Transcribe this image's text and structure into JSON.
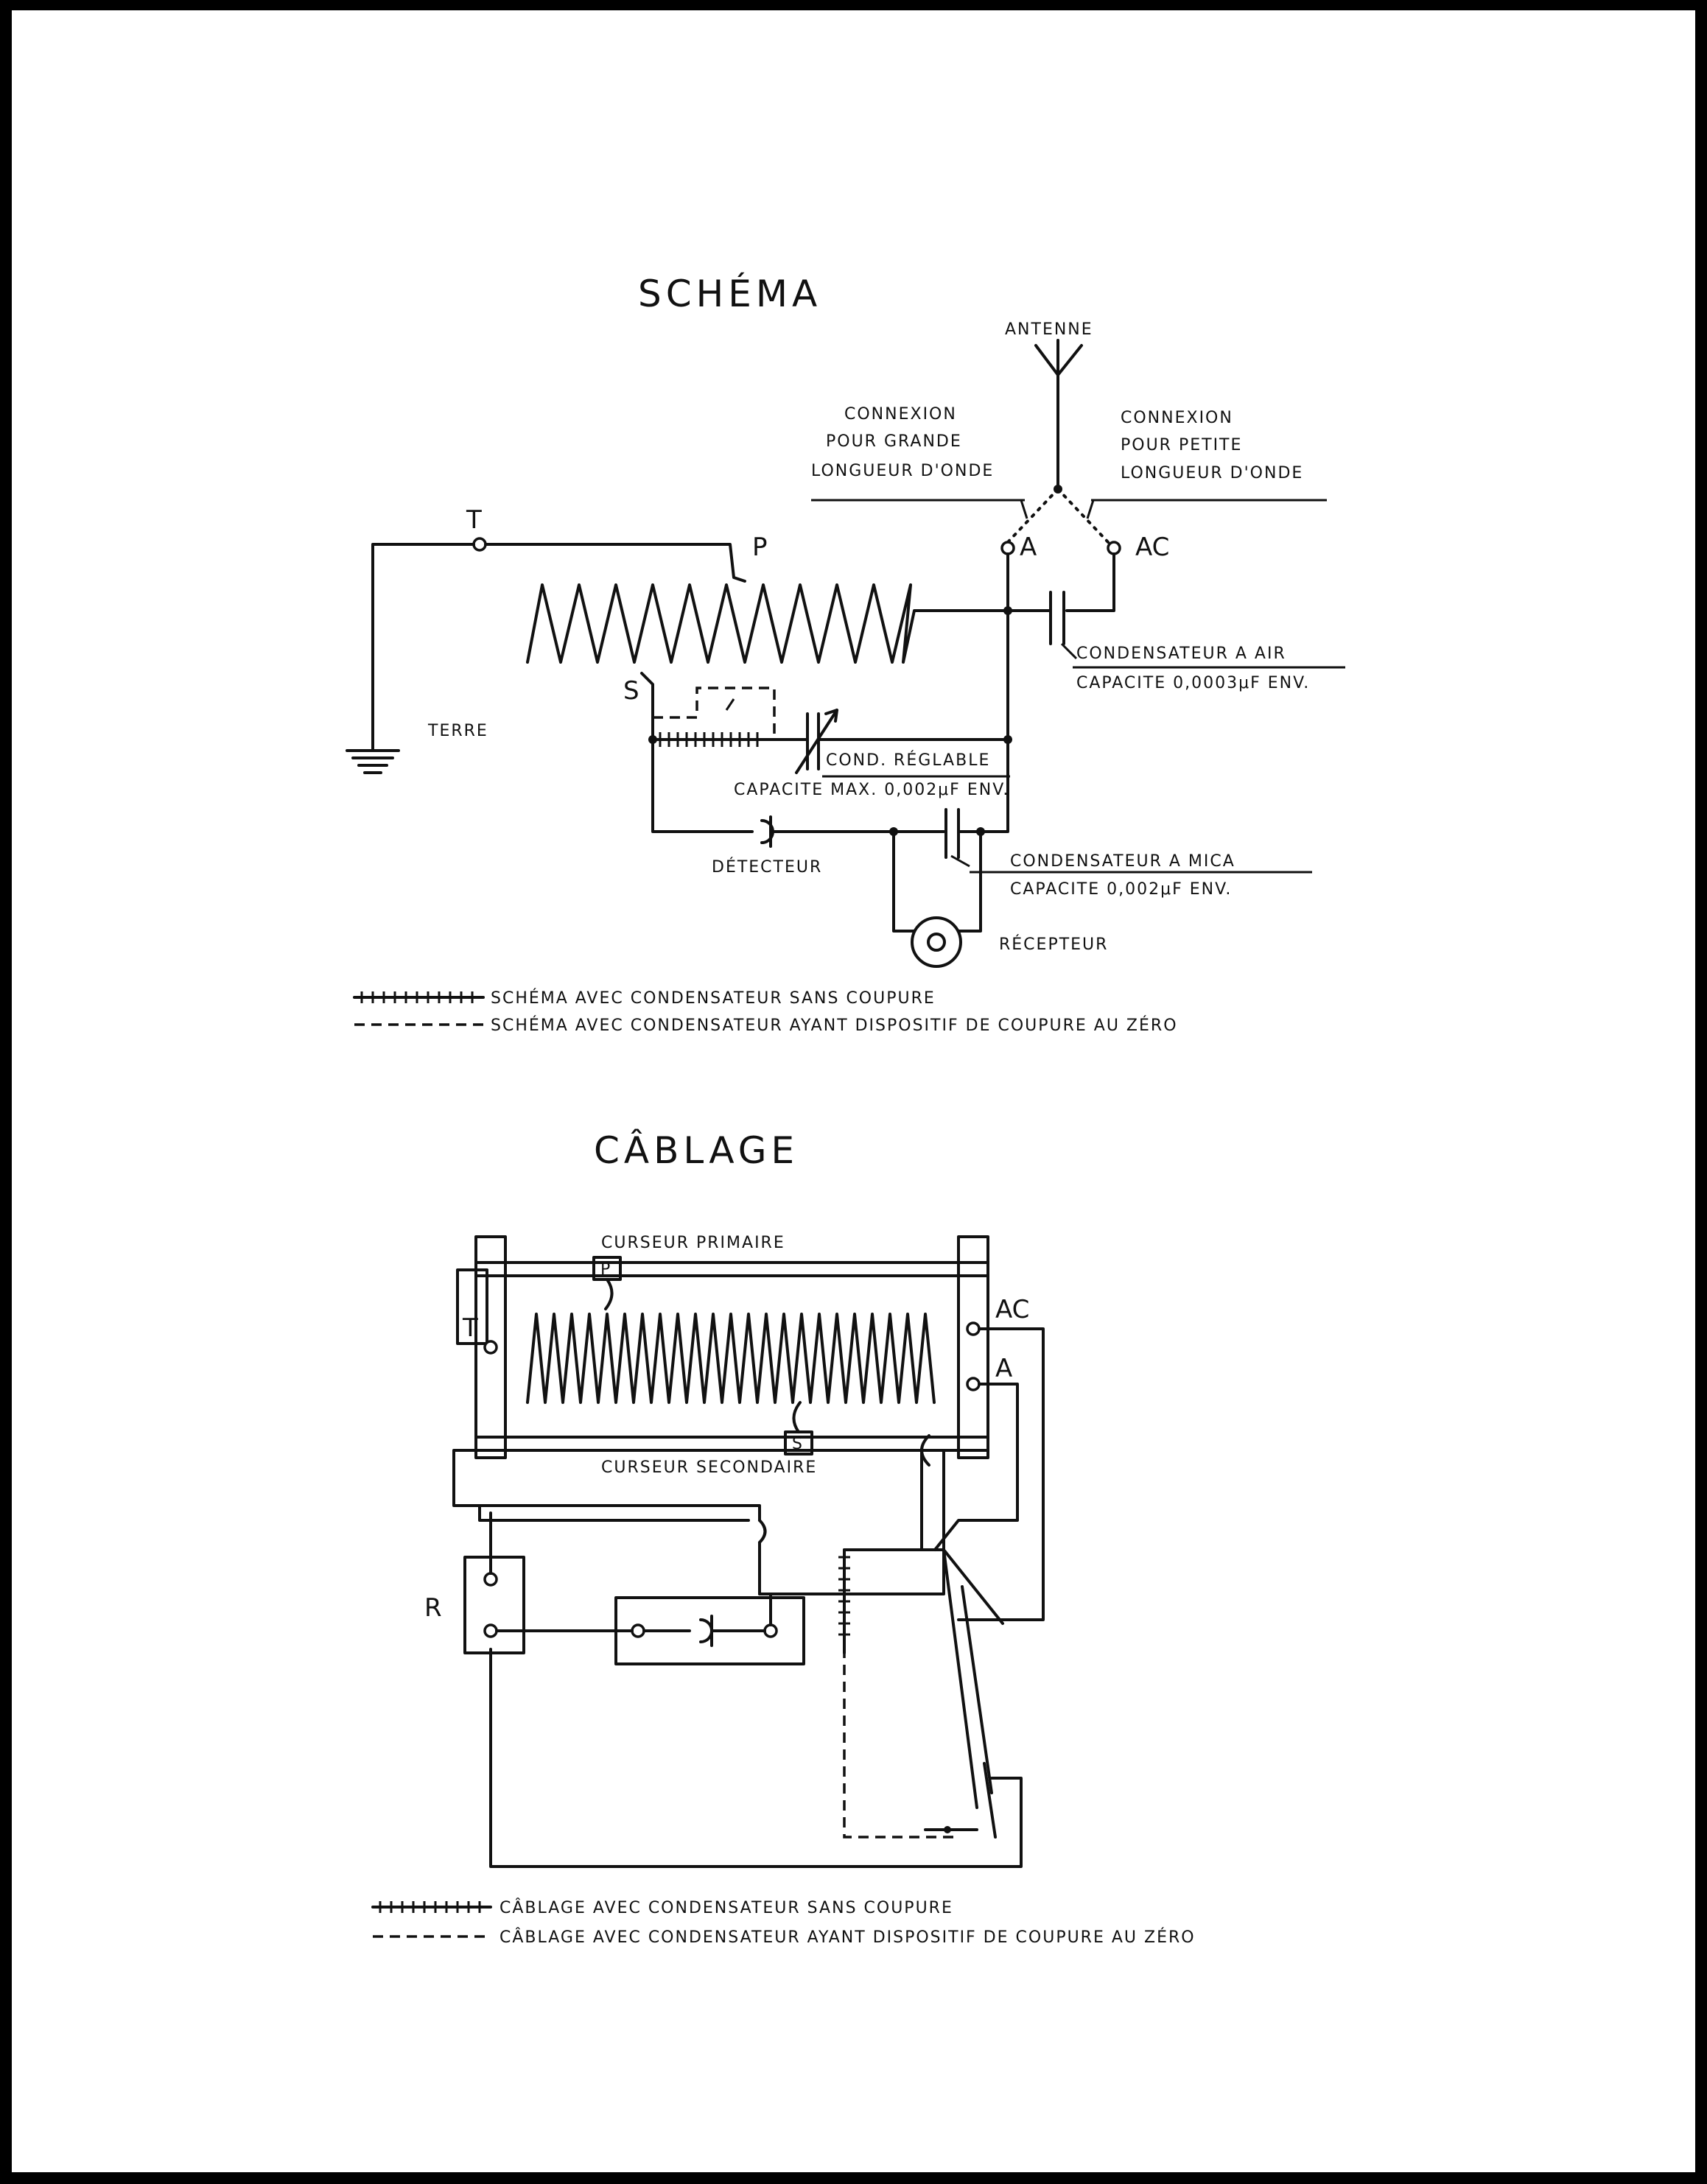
{
  "schema": {
    "title": "SCHÉMA",
    "antenna": "ANTENNE",
    "conn_long": [
      "CONNEXION",
      "POUR GRANDE",
      "LONGUEUR D'ONDE"
    ],
    "conn_short": [
      "CONNEXION",
      "POUR PETITE",
      "LONGUEUR D'ONDE"
    ],
    "terminal_t": "T",
    "terminal_p": "P",
    "terminal_s": "S",
    "terminal_a": "A",
    "terminal_ac": "AC",
    "earth": "TERRE",
    "air_cap": [
      "CONDENSATEUR A AIR",
      "CAPACITE 0,0003μF ENV."
    ],
    "var_cap": [
      "COND. RÉGLABLE",
      "CAPACITE MAX. 0,002μF ENV."
    ],
    "detector": "DÉTECTEUR",
    "mica_cap": [
      "CONDENSATEUR A MICA",
      "CAPACITE 0,002μF ENV."
    ],
    "receiver": "RÉCEPTEUR",
    "legend_solid": "SCHÉMA AVEC CONDENSATEUR SANS COUPURE",
    "legend_dashed": "SCHÉMA AVEC CONDENSATEUR AYANT DISPOSITIF DE COUPURE AU ZÉRO"
  },
  "cablage": {
    "title": "CÂBLAGE",
    "primary_slider": "CURSEUR PRIMAIRE",
    "secondary_slider": "CURSEUR SECONDAIRE",
    "p": "P",
    "s": "S",
    "t": "T",
    "ac": "AC",
    "a": "A",
    "r": "R",
    "legend_solid": "CÂBLAGE AVEC CONDENSATEUR SANS COUPURE",
    "legend_dashed": "CÂBLAGE AVEC CONDENSATEUR AYANT DISPOSITIF DE COUPURE AU ZÉRO"
  }
}
